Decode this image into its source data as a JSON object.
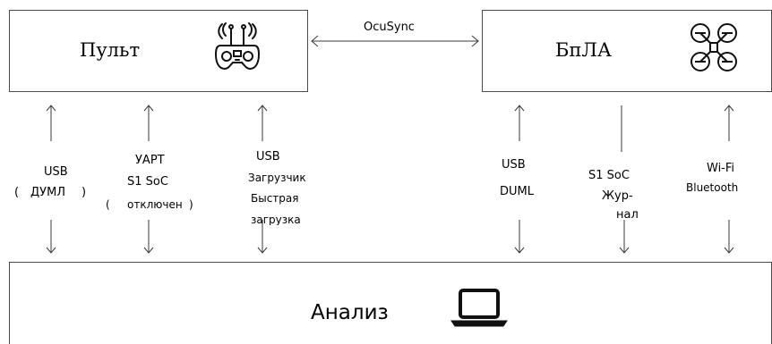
{
  "nodes": {
    "remote": {
      "label": "Пульт",
      "icon": "remote-controller-icon"
    },
    "uav": {
      "label": "БпЛА",
      "icon": "drone-icon"
    },
    "analysis": {
      "label": "Анализ",
      "icon": "laptop-icon"
    }
  },
  "link": {
    "label": "OcuSync"
  },
  "connections": {
    "remote_usb": {
      "l1": "USB",
      "l2_open": "(",
      "l2": "ДУМЛ",
      "l2_close": ")"
    },
    "remote_uart": {
      "l1": "УАРТ",
      "l2": "S1 SoC",
      "l3_open": "(",
      "l3": "отключен",
      "l3_close": ")"
    },
    "remote_usb2": {
      "l1": "USB",
      "l2": "Загрузчик",
      "l3": "Быстрая",
      "l4": "загрузка"
    },
    "uav_usb": {
      "l1": "USB",
      "l2": "DUML"
    },
    "uav_soc": {
      "l1": "S1 SoC",
      "l2": "Жур-",
      "l3": "нал"
    },
    "uav_wifi": {
      "l1": "Wi-Fi",
      "l2": "Bluetooth"
    }
  }
}
